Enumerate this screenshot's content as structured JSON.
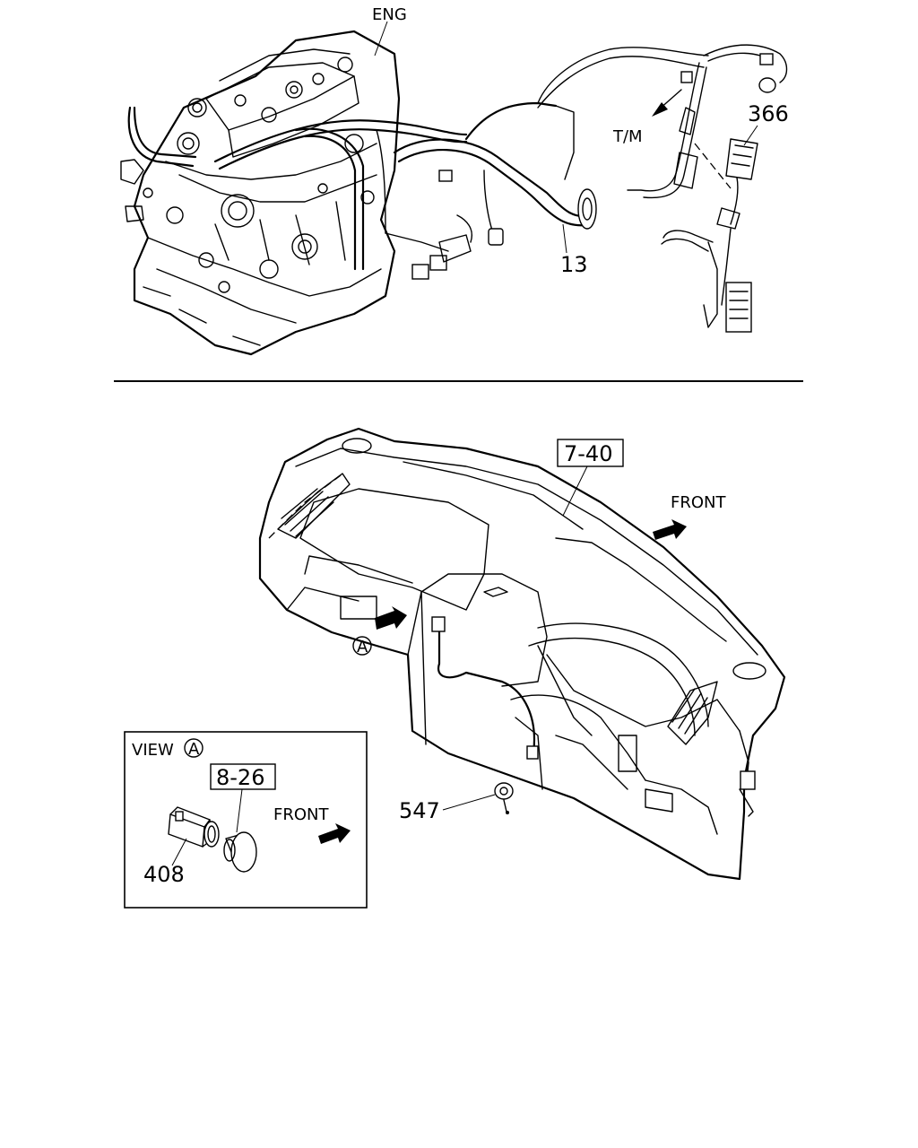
{
  "callouts": {
    "eng": "ENG",
    "tm": "T/M",
    "harness_engine": "13",
    "harness_tm": "366",
    "instrument_panel_ref": "7-40",
    "front_dash": "FRONT",
    "view_marker": "A",
    "grommet": "547",
    "view_label": "VIEW",
    "view_circle": "A",
    "socket_ref": "8-26",
    "front_view": "FRONT",
    "socket_part": "408"
  }
}
